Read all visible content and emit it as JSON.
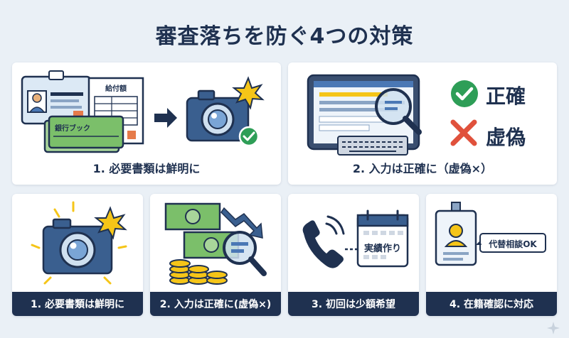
{
  "title": "審査落ちを防ぐ4つの対策",
  "top_cards": [
    {
      "label": "1. 必要書類は鮮明に",
      "doc_label": "給付額",
      "passbook_label": "銀行ブック"
    },
    {
      "label": "2. 入力は正確に（虚偽×）",
      "correct_word": "正確",
      "false_word": "虚偽"
    }
  ],
  "bottom_cards": [
    {
      "label": "1. 必要書類は鮮明に"
    },
    {
      "label": "2. 入力は正確に(虚偽×)"
    },
    {
      "label": "3. 初回は少額希望",
      "calendar_text": "実績作り"
    },
    {
      "label": "4. 在籍確認に対応",
      "bubble_text": "代替相談OK"
    }
  ],
  "colors": {
    "navy": "#1f3150",
    "accent_yellow": "#f5c518",
    "check_green": "#2e9e57",
    "cross_red": "#e0513c",
    "light_blue": "#cfe0f0",
    "money_green": "#7bbf6a"
  }
}
